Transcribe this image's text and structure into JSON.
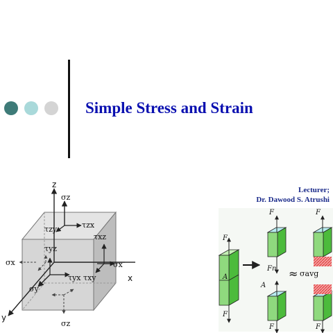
{
  "slide": {
    "title": "Simple Stress and Strain",
    "lecturer_label": "Lecturer;",
    "lecturer_name": "Dr. Dawood S. Atrushi",
    "dot_colors": [
      "#3e7b78",
      "#a9d9da",
      "#d4d4d4"
    ],
    "title_color": "#0a10b0"
  },
  "stress_cube": {
    "axes": {
      "z": "z",
      "x": "x",
      "y": "y"
    },
    "labels": {
      "sigma_z_top": "σz",
      "tau_zy": "τzy",
      "tau_zx": "τzx",
      "tau_yz": "τyz",
      "tau_xz": "τxz",
      "sigma_x_left": "σx",
      "sigma_x_right": "σx",
      "sigma_y": "σy",
      "tau_yx": "τyx",
      "tau_xy": "τxy",
      "sigma_z_bottom": "σz"
    }
  },
  "bar_diagram": {
    "force": "F",
    "force_n": "Fn",
    "area": "A",
    "approx": "≈",
    "sigma_avg": "σavg"
  }
}
